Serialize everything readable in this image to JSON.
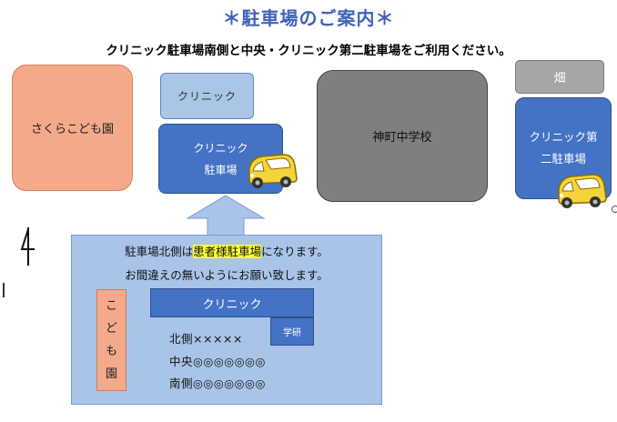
{
  "header": {
    "title": "＊駐車場のご案内＊",
    "subtitle": "クリニック駐車場南側と中央・クリニック第二駐車場をご利用ください。"
  },
  "map": {
    "sakura": "さくらこども園",
    "clinic_small": "クリニック",
    "clinic_parking": {
      "line1": "クリニック",
      "line2": "駐車場"
    },
    "school": "神町中学校",
    "field": "畑",
    "clinic2": {
      "line1": "クリニック第",
      "line2": "二駐車場"
    }
  },
  "info": {
    "line1_pre": "駐車場北側は",
    "line1_highlight": "患者様駐車場",
    "line1_post": "になります。",
    "line2": "お間違えの無いようにお願い致します。",
    "kodomo_chars": [
      "こ",
      "ど",
      "も",
      "園"
    ],
    "mini_clinic": "クリニック",
    "mini_gakken": "学研",
    "rows": [
      "北側×××××",
      "中央◎◎◎◎◎◎◎",
      "南側◎◎◎◎◎◎◎"
    ]
  },
  "colors": {
    "title": "#3f63b8",
    "clinic_blue": "#4472c4",
    "light_blue": "#a9c4e8",
    "salmon": "#f4a98a",
    "gray": "#7f7f7f",
    "highlight": "#ffff33",
    "car_yellow": "#f5d33a"
  },
  "icons": [
    "car-icon",
    "up-arrow-icon",
    "north-mark-icon"
  ]
}
